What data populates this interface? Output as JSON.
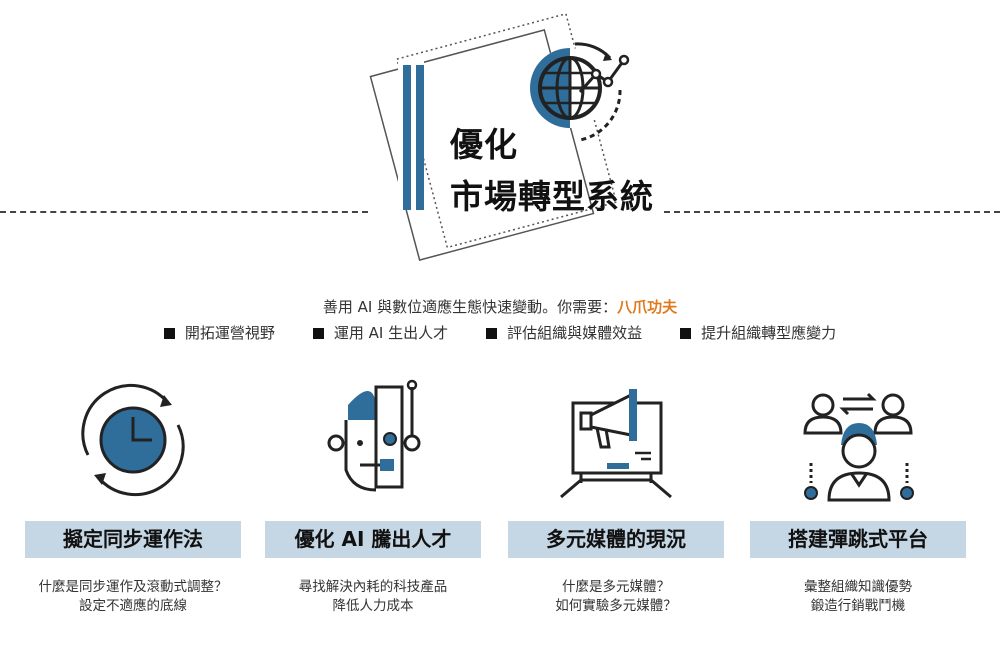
{
  "header": {
    "title_line1": "優化",
    "title_line2": "市場轉型系統"
  },
  "intro": {
    "text": "善用 AI 與數位適應生態快速變動。你需要：",
    "highlight": "八爪功夫"
  },
  "bullets": [
    "開拓運營視野",
    "運用 AI 生出人才",
    "評估組織與媒體效益",
    "提升組織轉型應變力"
  ],
  "cards": [
    {
      "icon": "clock-cycle-icon",
      "label": "擬定同步運作法",
      "desc1": "什麼是同步運作及滾動式調整？",
      "desc2": "設定不適應的底線"
    },
    {
      "icon": "ai-robot-head-icon",
      "label": "優化 AI 騰出人才",
      "desc1": "尋找解決內耗的科技產品",
      "desc2": "降低人力成本"
    },
    {
      "icon": "megaphone-monitor-icon",
      "label": "多元媒體的現況",
      "desc1": "什麼是多元媒體？",
      "desc2": "如何實驗多元媒體？"
    },
    {
      "icon": "people-exchange-icon",
      "label": "搭建彈跳式平台",
      "desc1": "彙整組織知識優勢",
      "desc2": "鍛造行銷戰鬥機"
    }
  ],
  "colors": {
    "blue": "#2f6d9b",
    "label_bg": "#c5d6e4",
    "accent": "#e07a1e"
  }
}
